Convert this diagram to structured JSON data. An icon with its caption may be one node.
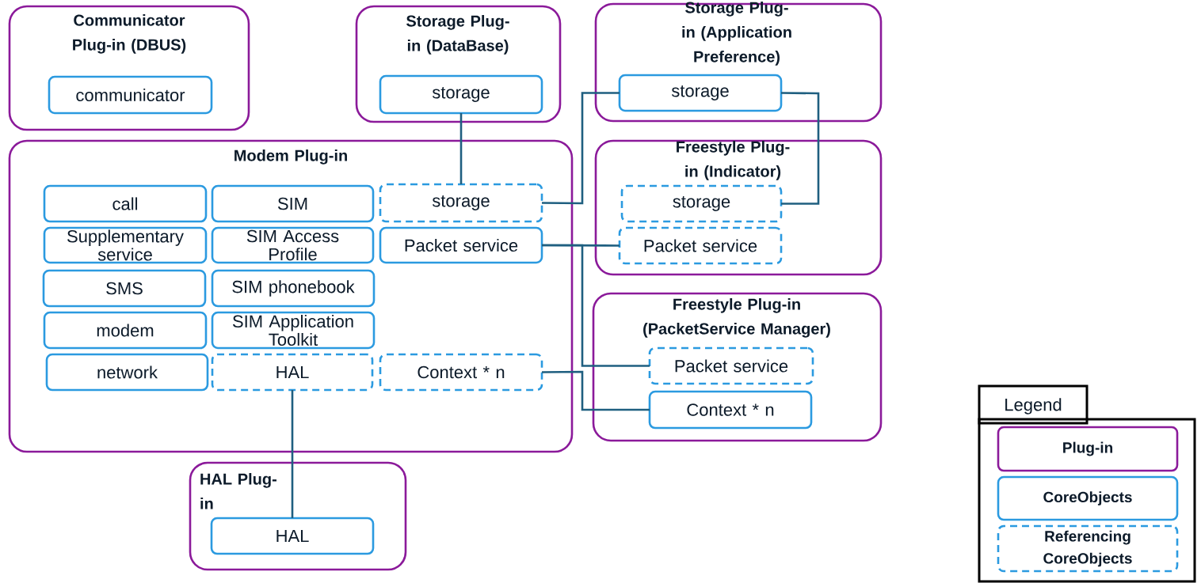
{
  "diagram": {
    "nodes": [
      {
        "text": [
          "Communicator Plug-in (DBUS)"
        ]
      },
      {
        "text": [
          "communicator"
        ],
        "in": 0
      },
      {
        "text": [
          "Storage Plug-in (DataBase)"
        ]
      },
      {
        "text": [
          "storage"
        ],
        "in": 2
      },
      {
        "text": [
          "Storage Plug-in (Application Preference)"
        ]
      },
      {
        "text": [
          "storage"
        ],
        "in": 4
      },
      {
        "text": [
          "Modem Plug-in"
        ]
      },
      {
        "text": [
          "call"
        ],
        "in": 6
      },
      {
        "text": [
          "SIM"
        ],
        "in": 6
      },
      {
        "text": [
          "storage"
        ],
        "in": 6
      },
      {
        "text": [
          "Supplementary service"
        ],
        "in": 6
      },
      {
        "text": [
          "SIM Access Profile"
        ],
        "in": 6
      },
      {
        "text": [
          "Packet service"
        ],
        "in": 6
      },
      {
        "text": [
          "SMS"
        ],
        "in": 6
      },
      {
        "text": [
          "SIM phonebook"
        ],
        "in": 6
      },
      {
        "text": [
          "modem"
        ],
        "in": 6
      },
      {
        "text": [
          "SIM Application Toolkit"
        ],
        "in": 6
      },
      {
        "text": [
          "network"
        ],
        "in": 6
      },
      {
        "text": [
          "HAL"
        ],
        "in": 6
      },
      {
        "text": [
          "Context * n"
        ],
        "in": 6
      },
      {
        "text": [
          "Freestyle Plug-in (Indicator)"
        ]
      },
      {
        "text": [
          "storage"
        ],
        "in": 20
      },
      {
        "text": [
          "Packet service"
        ],
        "in": 20
      },
      {
        "text": [
          "Freestyle Plug-in (PacketService Manager)"
        ]
      },
      {
        "text": [
          "Packet service"
        ],
        "in": 23
      },
      {
        "text": [
          "Context * n"
        ],
        "in": 23
      },
      {
        "text": [
          "HAL Plug-in"
        ]
      },
      {
        "text": [
          "HAL"
        ],
        "in": 26
      },
      {
        "text": [
          "Legend"
        ]
      },
      {
        "text": [
          "Plug-in"
        ],
        "in": 28
      },
      {
        "text": [
          "CoreObjects"
        ],
        "in": 28
      },
      {
        "text": [
          "Referencing CoreObjects"
        ],
        "in": 28
      }
    ],
    "edges": [
      {
        "from": 3,
        "to": 9,
        "arrow": "none"
      },
      {
        "from": 9,
        "to": 5,
        "arrow": "none"
      },
      {
        "from": 5,
        "to": 21,
        "arrow": "none"
      },
      {
        "from": 12,
        "to": 22,
        "arrow": "none"
      },
      {
        "from": 12,
        "to": 24,
        "arrow": "none"
      },
      {
        "from": 19,
        "to": 25,
        "arrow": "none"
      },
      {
        "from": 18,
        "to": 27,
        "arrow": "none"
      }
    ]
  }
}
